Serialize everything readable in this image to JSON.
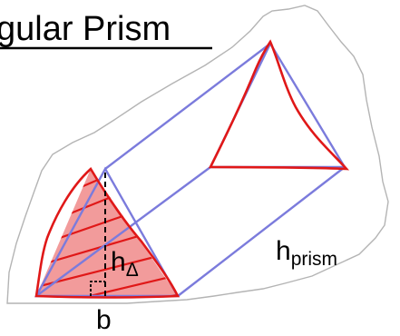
{
  "title": "gular Prism",
  "labels": {
    "h_triangle_main": "h",
    "h_triangle_sub": "Δ",
    "h_prism_main": "h",
    "h_prism_sub": "prism",
    "base": "b"
  },
  "colors": {
    "prism_edge": "#7b7bdc",
    "highlight_stroke": "#e01818",
    "highlight_fill": "#f08a8a",
    "outline_gray": "#b4b4b4",
    "text": "#000000"
  }
}
